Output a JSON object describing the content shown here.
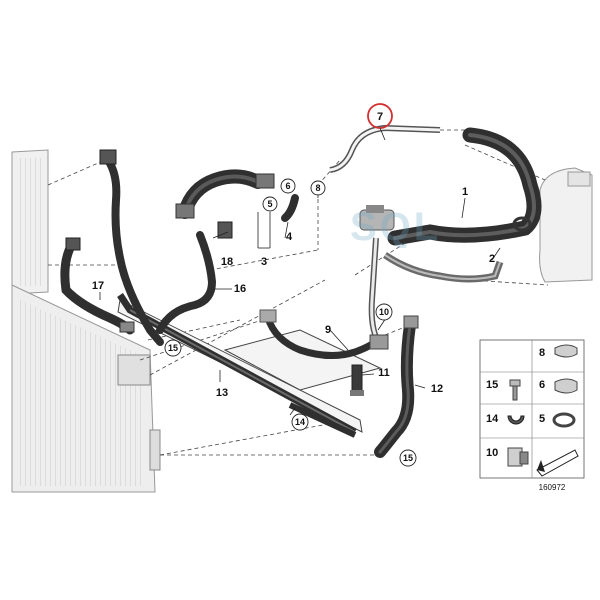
{
  "diagram": {
    "callouts": {
      "c1": "1",
      "c2": "2",
      "c3": "3",
      "c4": "4",
      "c5": "5",
      "c6": "6",
      "c7": "7",
      "c8": "8",
      "c9": "9",
      "c10": "10",
      "c11": "11",
      "c12": "12",
      "c13": "13",
      "c14": "14",
      "c15a": "15",
      "c15b": "15",
      "c16": "16",
      "c17": "17",
      "c18": "18"
    },
    "legend": {
      "l8": "8",
      "l15": "15",
      "l6": "6",
      "l14": "14",
      "l5": "5",
      "l10": "10"
    },
    "figure_number": "160972",
    "watermark": "SQL",
    "colors": {
      "hose": "#2f2f2f",
      "hose_light": "#6a6a6a",
      "radiator": "#e8e8e8",
      "highlight_circle": "#d32f2f"
    }
  }
}
